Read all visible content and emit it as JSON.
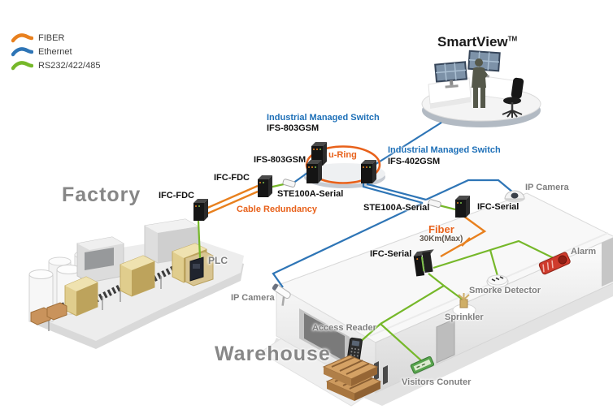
{
  "legend": {
    "items": [
      {
        "name": "fiber",
        "label": "FIBER",
        "color": "#E8801E"
      },
      {
        "name": "ethernet",
        "label": "Ethernet",
        "color": "#2E75B6"
      },
      {
        "name": "rs232",
        "label": "RS232/422/485",
        "color": "#76B82A"
      }
    ]
  },
  "control_room": {
    "title": "SmartView",
    "trademark": "TM"
  },
  "ring": {
    "label": "u-Ring",
    "switch_top": {
      "title": "Industrial Managed Switch",
      "model": "IFS-803GSM"
    },
    "switch_left": {
      "model": "IFS-803GSM"
    },
    "switch_right": {
      "title": "Industrial Managed Switch",
      "model": "IFS-402GSM"
    }
  },
  "factory": {
    "area_label": "Factory",
    "ifc_fdc_upper": "IFC-FDC",
    "ifc_fdc_lower": "IFC-FDC",
    "ste100a": "STE100A-Serial",
    "cable_redundancy": "Cable Redundancy",
    "plc": "PLC"
  },
  "warehouse": {
    "area_label": "Warehouse",
    "ste100a": "STE100A-Serial",
    "ifc_serial_top": "IFC-Serial",
    "ifc_serial_mid": "IFC-Serial",
    "fiber_label": "Fiber",
    "fiber_distance": "30Km(Max)",
    "ip_camera_top": "IP Camera",
    "ip_camera_left": "IP Camera",
    "alarm": "Alarm",
    "smoke_detector": "Smorke Detector",
    "sprinkler": "Sprinkler",
    "access_reader": "Access Reader",
    "visitors_counter": "Visitors Conuter"
  },
  "colors": {
    "fiber": "#E8801E",
    "ethernet": "#2E75B6",
    "serial": "#76B82A",
    "accent_orange_text": "#E8611A",
    "blue_text": "#1E70B8",
    "gray_text": "#7F7F7F"
  }
}
